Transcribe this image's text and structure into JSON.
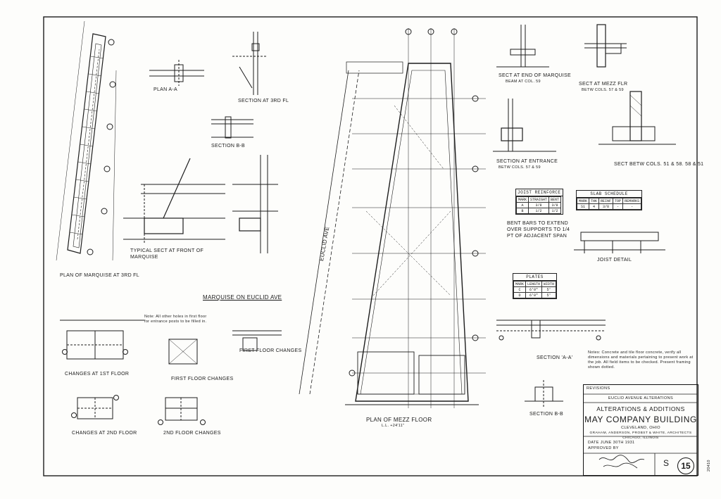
{
  "labels": {
    "plan_aa": "PLAN A-A",
    "section_3rd": "SECTION AT 3RD FL",
    "section_bb_top": "SECTION B-B",
    "typical_sect": "TYPICAL SECT AT FRONT OF MARQUISE",
    "plan_marquise": "PLAN OF MARQUISE AT 3RD FL",
    "marquise_euclid": "MARQUISE ON EUCLID AVE",
    "euclid_ave": "EUCLID AVE",
    "changes_1st": "CHANGES AT 1ST FLOOR",
    "first_floor_changes_a": "FIRST FLOOR CHANGES",
    "first_floor_changes_b": "FIRST FLOOR CHANGES",
    "changes_2nd": "CHANGES AT 2ND FLOOR",
    "second_floor_changes": "2ND FLOOR CHANGES",
    "plan_mezz": "PLAN OF MEZZ FLOOR",
    "mezz_level": "L.L. +24'11\"",
    "sect_end_marquise": "SECT AT END OF MARQUISE",
    "sect_end_marquise_sub": "BEAM AT COL. 59",
    "sect_mezz": "SECT AT MEZZ FLR",
    "sect_mezz_sub": "BETW COLS. 57 & 59",
    "section_entrance": "SECTION AT ENTRANCE",
    "section_entrance_sub": "BETW COLS. 57 & 59",
    "sect_betw": "SECT BETW COLS. 51 & 58. 58 & 51",
    "joist_detail": "JOIST DETAIL",
    "section_aa": "SECTION 'A-A'",
    "section_bb": "SECTION B-B",
    "bent_bars": "BENT BARS TO EXTEND OVER SUPPORTS TO 1/4 PT OF ADJACENT SPAN",
    "notes": "Notes: Concrete and tile floor concrete, verify all dimensions and materials pertaining to present work at the job. All field items to be checked. Present framing shown dotted.",
    "note_others": "Note: All other holes in first floor for entrance posts to be filled in.",
    "sheet_side": "20410"
  },
  "joist_table": {
    "title": "JOIST REINFORCE",
    "headers": [
      "MARK",
      "STRAIGHT",
      "BENT"
    ],
    "rows": [
      [
        "A",
        "3/8",
        "3/8"
      ],
      [
        "B",
        "1/2",
        "1/2"
      ]
    ]
  },
  "slab_table": {
    "title": "SLAB SCHEDULE",
    "headers": [
      "MARK",
      "THK",
      "REINF",
      "TOP",
      "REMARKS"
    ],
    "rows": [
      [
        "S1",
        "4",
        "3/8",
        "-",
        "-"
      ]
    ]
  },
  "plates_table": {
    "title": "PLATES",
    "headers": [
      "MARK",
      "LENGTH",
      "WIDTH"
    ],
    "rows": [
      [
        "C",
        "6'0\"",
        "5'"
      ],
      [
        "D",
        "6'0\"",
        "5'"
      ]
    ]
  },
  "title_block": {
    "revision": "REVISIONS",
    "project": "EUCLID AVENUE ALTERATIONS",
    "heading": "ALTERATIONS & ADDITIONS",
    "building": "MAY COMPANY BUILDING",
    "city": "CLEVELAND, OHIO",
    "architects": "GRAHAM, ANDERSON, PROBST & WHITE, ARCHITECTS",
    "architects_city": "CHICAGO, ILLINOIS",
    "date": "DATE JUNE 30TH 1931",
    "approved": "APPROVED BY",
    "sheet_letter": "S",
    "sheet_number": "15"
  }
}
